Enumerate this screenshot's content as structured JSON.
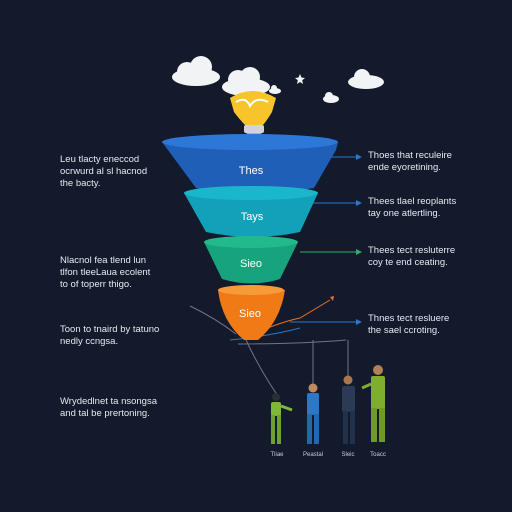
{
  "funnel": {
    "stages": [
      {
        "label": "Thes",
        "color": "#1f5fb8"
      },
      {
        "label": "Tays",
        "color": "#12a1b8"
      },
      {
        "label": "Sieo",
        "color": "#17a37c"
      },
      {
        "label": "Sieo",
        "color": "#f07a16"
      }
    ]
  },
  "left_notes": [
    {
      "line1": "Leu tlacty eneccod",
      "line2": "ocrwurd al sl hacnod",
      "line3": "the bacty."
    },
    {
      "line1": "Nlacnol fea tlend lun",
      "line2": "tlfon tleeLaua ecolent",
      "line3": "to of toperr thigo."
    },
    {
      "line1": "Toon to tnaird by tatuno",
      "line2": "nedly ccngsa.",
      "line3": ""
    },
    {
      "line1": "Wrydedlnet ta nsongsa",
      "line2": "and tal be prertoning.",
      "line3": ""
    }
  ],
  "right_notes": [
    {
      "line1": "Thoes that reculeire",
      "line2": "ende eyoretining."
    },
    {
      "line1": "Thees tlael reoplants",
      "line2": "tay one atlertling."
    },
    {
      "line1": "Thees tect resluterre",
      "line2": "coy te end ceating."
    },
    {
      "line1": "Thnes tect resluere",
      "line2": "the sael ccroting."
    }
  ],
  "people_captions": [
    "Tliae",
    "Peastal",
    "Sleic",
    "Toacc"
  ],
  "colors": {
    "background": "#131a2c",
    "bulb": "#f7c52a",
    "cloud": "#f2f3f5",
    "line_blue": "#2a78c8",
    "line_green": "#2fae63",
    "line_orange": "#e8732a"
  },
  "icons": [
    "cloud-icon",
    "lightbulb-icon",
    "star-icon",
    "arrow-icon",
    "person-icon"
  ]
}
